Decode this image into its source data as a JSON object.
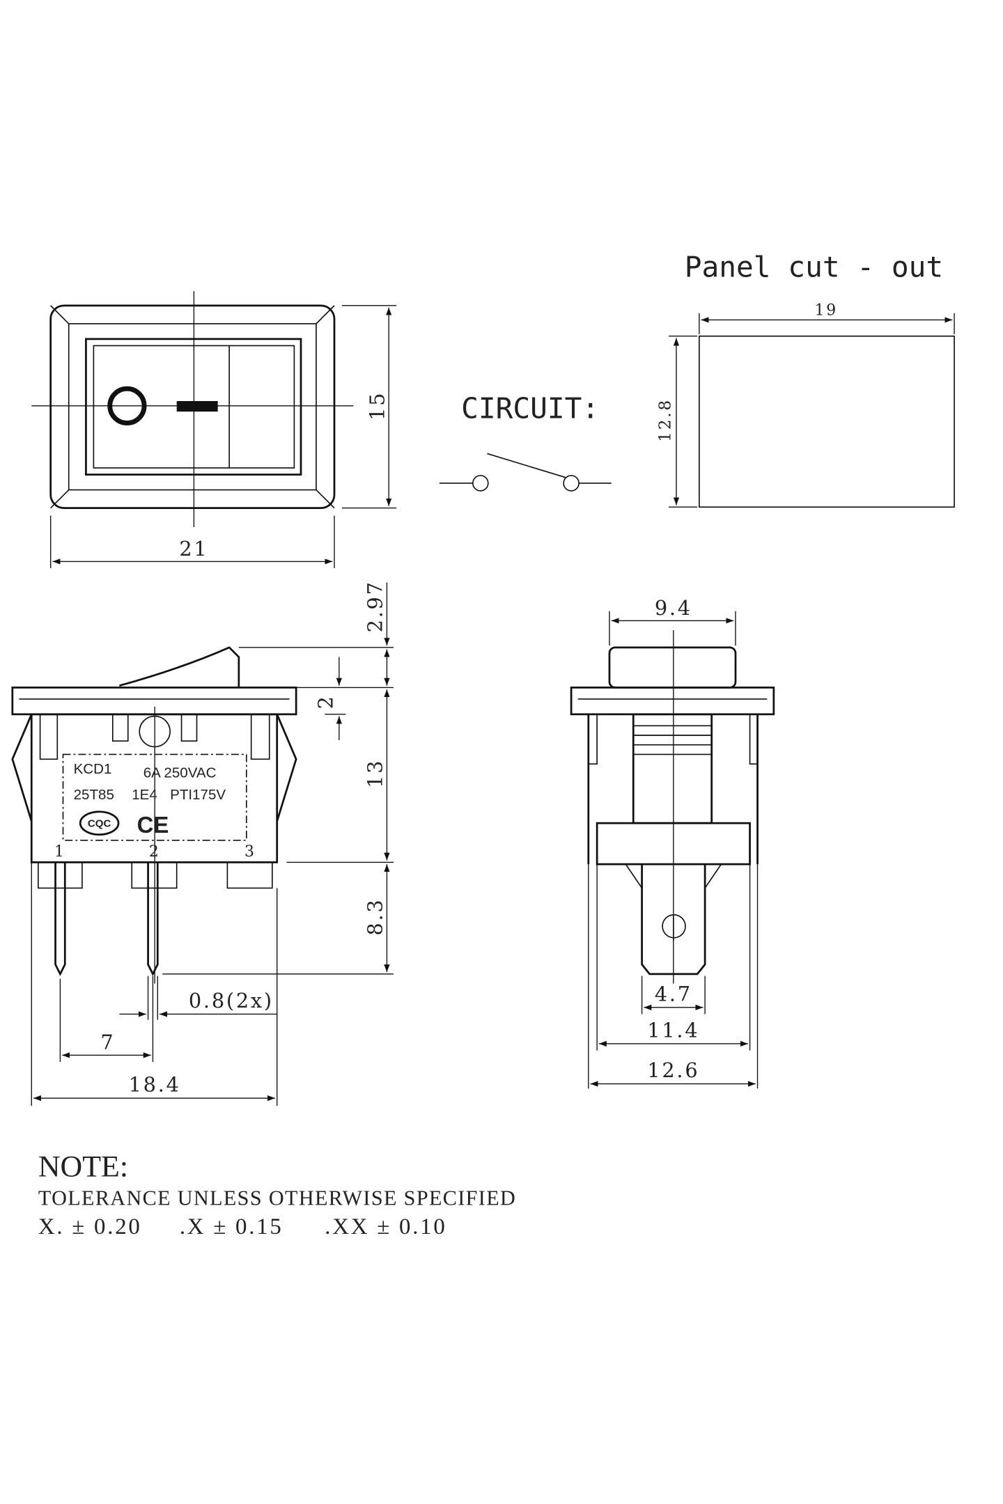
{
  "top_view": {
    "width_dim": "21",
    "height_dim": "15"
  },
  "circuit": {
    "title": "CIRCUIT:"
  },
  "panel_cutout": {
    "title": "Panel cut - out",
    "width_dim": "19",
    "height_dim": "12.8"
  },
  "side_view": {
    "dims": {
      "rocker": "2.97",
      "flange": "2",
      "body": "13",
      "pins": "8.3",
      "pin_width": "0.8(2x)",
      "pin_pitch": "7",
      "width": "18.4"
    },
    "label": {
      "line1_left": "KCD1",
      "line1_right": "6A 250VAC",
      "line2_left": "25T85",
      "line2_mid": "1E4",
      "line2_right": "PTI175V",
      "logo_cqc": "CQC",
      "logo_ce": "CE"
    },
    "pin_numbers": [
      "1",
      "2",
      "3"
    ]
  },
  "front_view": {
    "dims": {
      "top": "9.4",
      "terminal": "4.7",
      "base": "11.4",
      "width": "12.6"
    }
  },
  "note": {
    "title": "NOTE:",
    "line1": "TOLERANCE UNLESS OTHERWISE SPECIFIED",
    "tol1": "X. ± 0.20",
    "tol2": ".X ± 0.15",
    "tol3": ".XX ± 0.10"
  }
}
